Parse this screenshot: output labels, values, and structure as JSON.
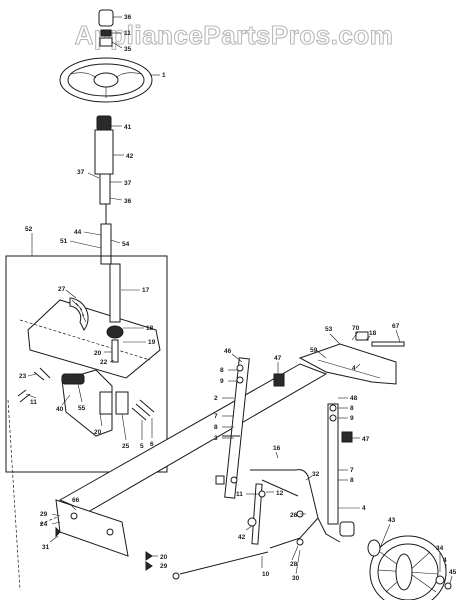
{
  "watermark": "AppliancePartsPros.com",
  "callouts": {
    "c36a": "36",
    "c11a": "11",
    "c35": "35",
    "c1": "1",
    "c41": "41",
    "c42": "42",
    "c37a": "37",
    "c37b": "37",
    "c36b": "36",
    "c52": "52",
    "c44": "44",
    "c51": "51",
    "c54": "54",
    "c27": "27",
    "c17": "17",
    "c18": "18",
    "c19": "19",
    "c20a": "20",
    "c22": "22",
    "c23": "23",
    "c11b": "11",
    "c40": "40",
    "c55": "55",
    "c20b": "20",
    "c25": "25",
    "c5": "5",
    "c6": "6",
    "c46": "46",
    "c8a": "8",
    "c9a": "9",
    "c2": "2",
    "c7a": "7",
    "c8b": "8",
    "c3": "3",
    "c47a": "47",
    "c53": "53",
    "c70": "70",
    "c18b": "18",
    "c67": "67",
    "c59": "59",
    "c4a": "4",
    "c48": "48",
    "c8c": "8",
    "c9b": "9",
    "c16": "16",
    "c47b": "47",
    "c32": "32",
    "c7b": "7",
    "c8d": "8",
    "c4b": "4",
    "c66": "66",
    "c29": "29",
    "c24": "24",
    "c31": "31",
    "c11c": "11",
    "c12": "12",
    "c26": "26",
    "c42b": "42",
    "c20c": "20",
    "c28": "28",
    "c30": "30",
    "c10": "10",
    "c43": "43",
    "c34": "34",
    "c4c": "4",
    "c45": "45"
  }
}
